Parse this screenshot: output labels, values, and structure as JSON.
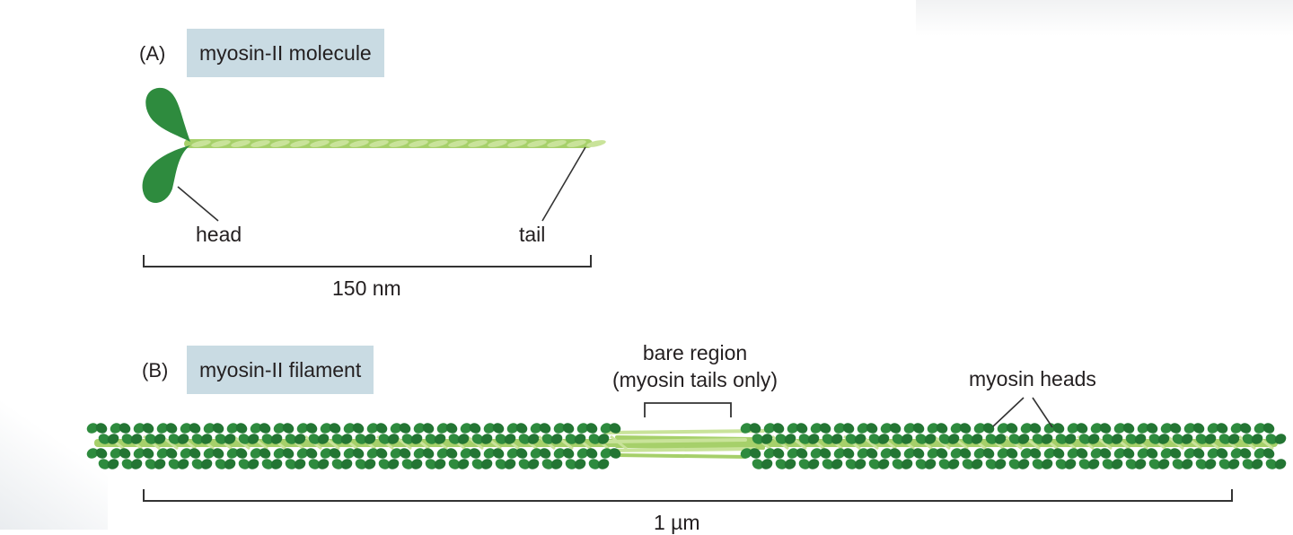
{
  "panel_a": {
    "letter": "(A)",
    "title": "myosin-II molecule",
    "head_label": "head",
    "tail_label": "tail",
    "scale_label": "150 nm"
  },
  "panel_b": {
    "letter": "(B)",
    "title": "myosin-II filament",
    "bare_region_label": "bare region",
    "bare_region_sublabel": "(myosin tails only)",
    "heads_label": "myosin heads",
    "scale_label": "1 µm"
  },
  "colors": {
    "head": "#2e8b3e",
    "head_dark": "#237533",
    "tail": "#a6d06a",
    "tail_light": "#c9e39a",
    "title_bg": "#c9dbe3",
    "line": "#333333"
  }
}
